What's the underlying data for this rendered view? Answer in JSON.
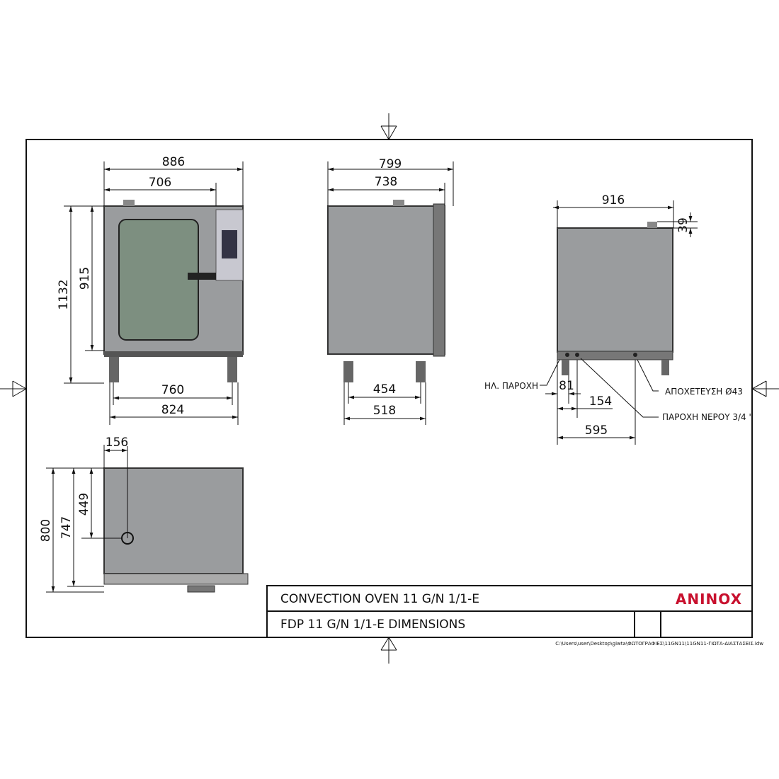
{
  "front_view": {
    "width_total": "886",
    "width_door": "706",
    "height_total": "1132",
    "height_body": "915",
    "legs_inner": "760",
    "legs_outer": "824"
  },
  "side_view": {
    "depth_total": "799",
    "depth_body": "738",
    "legs_inner": "454",
    "legs_outer": "518"
  },
  "rear_view": {
    "width": "916",
    "chimney_height": "39",
    "electric_offset": "81",
    "water_offset": "154",
    "drain_offset": "595",
    "labels": {
      "electric_supply": "ΗΛ. ΠΑΡΟΧΗ",
      "drain": "ΑΠΟΧΕΤΕΥΣΗ Ø43",
      "water_supply": "ΠΑΡΟΧΗ ΝΕΡΟΥ 3/4 ''"
    }
  },
  "top_view": {
    "chimney_x": "156",
    "depth_total": "800",
    "depth_body": "747",
    "chimney_y": "449"
  },
  "title_block": {
    "title": "CONVECTION OVEN 11 G/N 1/1-E",
    "subtitle": "FDP 11 G/N 1/1-E DIMENSIONS",
    "logo": "ANINOX",
    "file_path": "C:\\Users\\user\\Desktop\\giwta\\ΦΩΤΟΓΡΑΦΙΕΣ\\11GN11\\11GN11-ΓΙΩΤΑ-ΔΙΑΣΤΑΣΕΙΣ.idw"
  },
  "colors": {
    "logo": "#c8102e",
    "steel": "#9a9c9e"
  }
}
